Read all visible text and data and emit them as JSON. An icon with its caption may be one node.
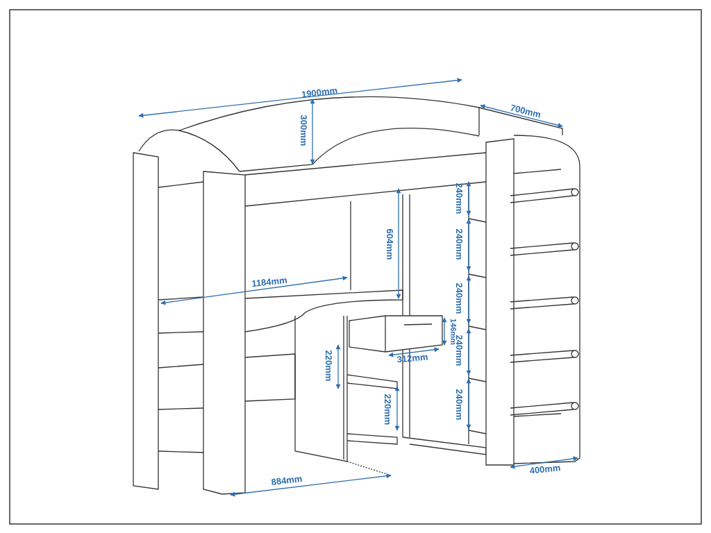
{
  "diagram": {
    "labels": [
      "1900mm",
      "700mm",
      "300mm",
      "240mm",
      "604mm",
      "240mm",
      "1184mm",
      "240mm",
      "146mm",
      "240mm",
      "220mm",
      "312mm",
      "220mm",
      "240mm",
      "884mm",
      "400mm"
    ]
  }
}
